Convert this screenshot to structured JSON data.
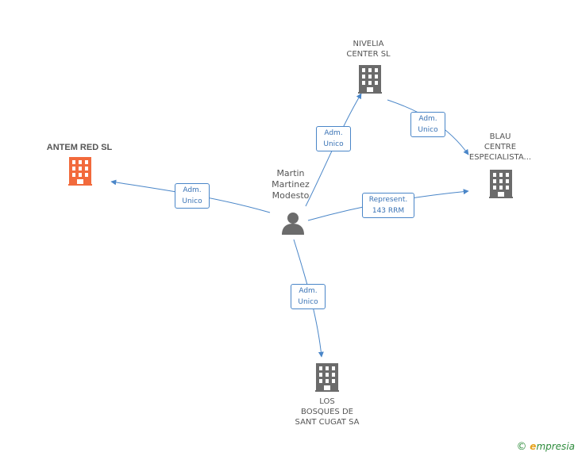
{
  "colors": {
    "edge": "#4a86c8",
    "building": "#6b6b6b",
    "focus_building": "#f26a3c",
    "person": "#6b6b6b"
  },
  "nodes": {
    "antem": {
      "lines": [
        "ANTEM RED SL"
      ],
      "icon": "building-icon"
    },
    "nivelia": {
      "lines": [
        "NIVELIA",
        "CENTER SL"
      ],
      "icon": "building-icon"
    },
    "blau": {
      "lines": [
        "BLAU",
        "CENTRE",
        "ESPECIALISTA..."
      ],
      "icon": "building-icon"
    },
    "bosques": {
      "lines": [
        "LOS",
        "BOSQUES DE",
        "SANT CUGAT SA"
      ],
      "icon": "building-icon"
    },
    "person": {
      "lines": [
        "Martin",
        "Martinez",
        "Modesto"
      ],
      "icon": "person-icon"
    }
  },
  "edges": {
    "to_antem": {
      "lines": [
        "Adm.",
        "Unico"
      ]
    },
    "to_nivelia": {
      "lines": [
        "Adm.",
        "Unico"
      ]
    },
    "nivelia_to_blau": {
      "lines": [
        "Adm.",
        "Unico"
      ]
    },
    "to_blau": {
      "lines": [
        "Represent.",
        "143 RRM"
      ]
    },
    "to_bosques": {
      "lines": [
        "Adm.",
        "Unico"
      ]
    }
  },
  "watermark": {
    "symbol": "©",
    "brand_initial": "e",
    "brand_rest": "mpresia"
  }
}
